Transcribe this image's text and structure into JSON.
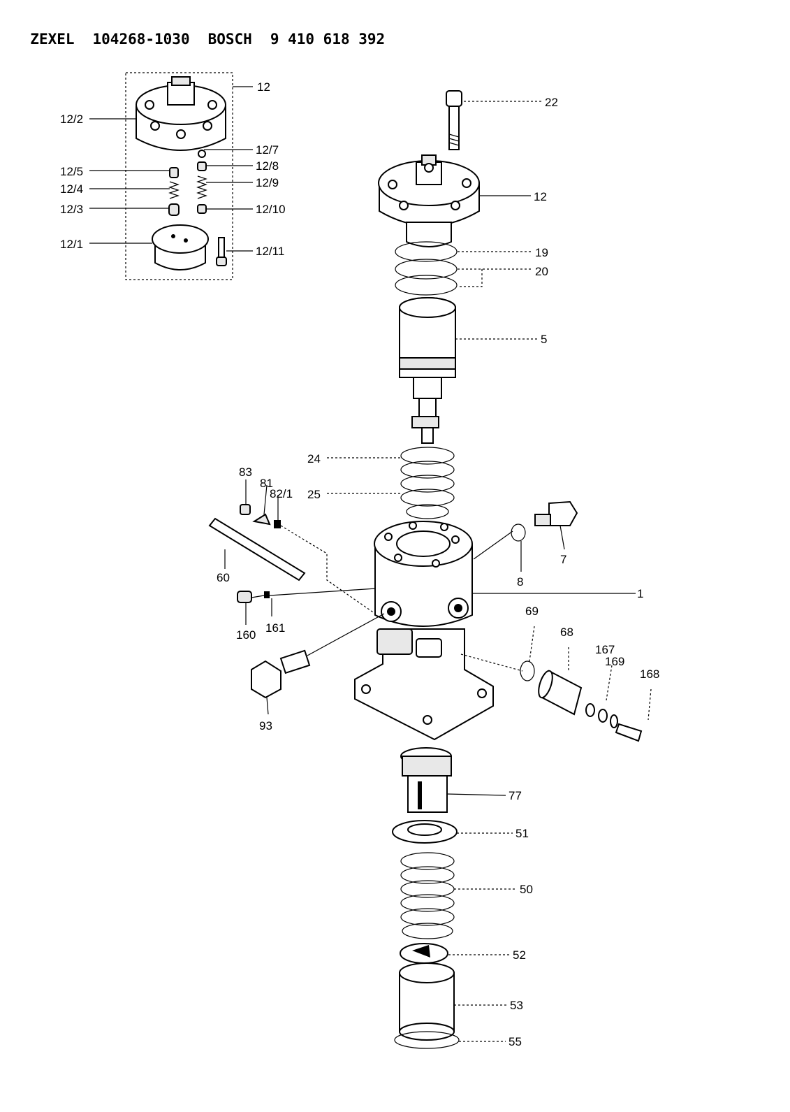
{
  "header": {
    "brand1": "ZEXEL",
    "part1": "104268-1030",
    "brand2": "BOSCH",
    "part2": "9 410 618 392"
  },
  "labels": {
    "l12_top": "12",
    "l12_2": "12/2",
    "l12_7": "12/7",
    "l12_5": "12/5",
    "l12_8": "12/8",
    "l12_4": "12/4",
    "l12_9": "12/9",
    "l12_3": "12/3",
    "l12_10": "12/10",
    "l12_1": "12/1",
    "l12_11": "12/11",
    "l22": "22",
    "l12": "12",
    "l19": "19",
    "l20": "20",
    "l5": "5",
    "l24": "24",
    "l25": "25",
    "l83": "83",
    "l81": "81",
    "l82_1": "82/1",
    "l60": "60",
    "l7": "7",
    "l8": "8",
    "l1": "1",
    "l160": "160",
    "l161": "161",
    "l69": "69",
    "l68": "68",
    "l167": "167",
    "l169": "169",
    "l168": "168",
    "l93": "93",
    "l77": "77",
    "l51": "51",
    "l50": "50",
    "l52": "52",
    "l53": "53",
    "l55": "55"
  }
}
